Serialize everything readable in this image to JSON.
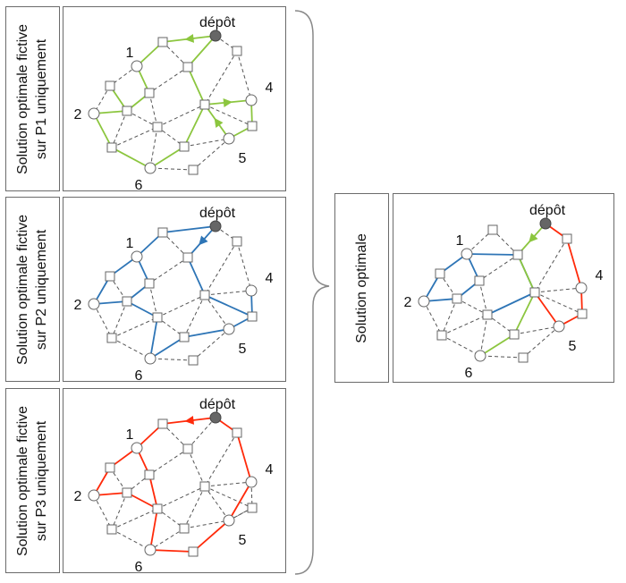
{
  "panels": [
    {
      "id": "p1",
      "label_lines": [
        "Solution optimale fictive",
        "sur P1 uniquement"
      ],
      "color": "#8cc63f"
    },
    {
      "id": "p2",
      "label_lines": [
        "Solution optimale fictive",
        "sur P2 uniquement"
      ],
      "color": "#2e75b6"
    },
    {
      "id": "p3",
      "label_lines": [
        "Solution optimale fictive",
        "sur P3 uniquement"
      ],
      "color": "#ff2a0a"
    }
  ],
  "final": {
    "label": "Solution optimale"
  },
  "node_labels": {
    "depot": "dépôt",
    "n1": "1",
    "n2": "2",
    "n4": "4",
    "n5": "5",
    "n6": "6"
  },
  "colors": {
    "green": "#8cc63f",
    "blue": "#2e75b6",
    "red": "#ff2a0a",
    "dashed": "#555555",
    "depot_fill": "#666666"
  }
}
